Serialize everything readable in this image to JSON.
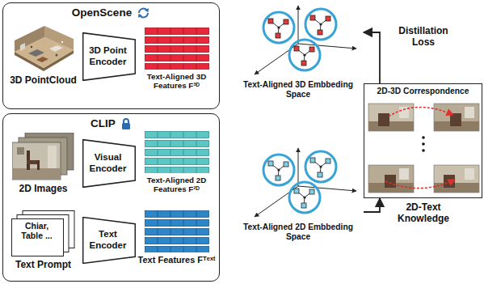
{
  "diagram": {
    "nodes": [
      {
        "text": [
          "OpenScene"
        ]
      },
      {
        "text": [
          "3D PointCloud"
        ],
        "in": 0
      },
      {
        "text": [
          "3D Point Encoder"
        ],
        "in": 0
      },
      {
        "text": [
          "Text-Aligned 3D Features F³ᴰ"
        ],
        "in": 0
      },
      {
        "text": [
          "Text-Aligned 3D Embbeding Space"
        ]
      },
      {
        "text": [
          "2D-3D Correspondence"
        ]
      },
      {
        "text": [
          "CLIP"
        ]
      },
      {
        "text": [
          "2D Images"
        ],
        "in": 6
      },
      {
        "text": [
          "Visual Encoder"
        ],
        "in": 6
      },
      {
        "text": [
          "Text-Aligned 2D Features F²ᴰ"
        ],
        "in": 6
      },
      {
        "text": [
          "Chiar, Table ...",
          "Text Prompt"
        ],
        "in": 6
      },
      {
        "text": [
          "Text Encoder"
        ],
        "in": 6
      },
      {
        "text": [
          "Text Features Fᵀᵉˣᵗ"
        ],
        "in": 6
      },
      {
        "text": [
          "Text-Aligned 2D Embbeding Space"
        ]
      }
    ],
    "edges": [
      {
        "from": 5,
        "to": 4,
        "arrow": "to",
        "label": "Distillation Loss"
      },
      {
        "from": 13,
        "to": 5,
        "arrow": "to",
        "label": "2D-Text Knowledge"
      }
    ]
  }
}
